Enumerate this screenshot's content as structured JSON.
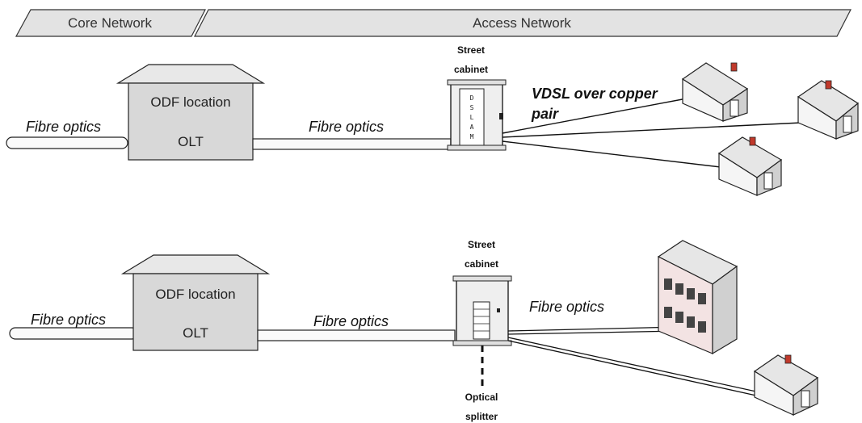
{
  "banner": {
    "core_label": "Core Network",
    "access_label": "Access Network"
  },
  "top_row": {
    "odf_label": "ODF location",
    "olt_label": "OLT",
    "fibre_left": "Fibre optics",
    "fibre_mid": "Fibre optics",
    "cabinet_label_line1": "Street",
    "cabinet_label_line2": "cabinet",
    "dslam_letters": [
      "D",
      "S",
      "L",
      "A",
      "M"
    ],
    "copper_label_line1": "VDSL over copper",
    "copper_label_line2": "pair"
  },
  "bottom_row": {
    "odf_label": "ODF location",
    "olt_label": "OLT",
    "fibre_left": "Fibre optics",
    "fibre_mid": "Fibre optics",
    "fibre_right": "Fibre optics",
    "cabinet_label_line1": "Street",
    "cabinet_label_line2": "cabinet",
    "splitter_label_line1": "Optical",
    "splitter_label_line2": "splitter"
  },
  "colors": {
    "building_fill": "#d8d8d8",
    "house_fill": "#f2f2f2",
    "chimney": "#c0392b",
    "apartment_accent": "#e8c8c8"
  }
}
